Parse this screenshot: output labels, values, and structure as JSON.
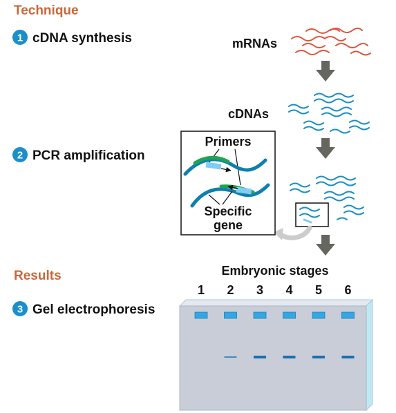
{
  "headings": {
    "technique": "Technique",
    "results": "Results"
  },
  "steps": [
    {
      "number": "1",
      "label": "cDNA synthesis"
    },
    {
      "number": "2",
      "label": "PCR amplification"
    },
    {
      "number": "3",
      "label": "Gel electrophoresis"
    }
  ],
  "labels": {
    "mrnas": "mRNAs",
    "cdnas": "cDNAs",
    "primers": "Primers",
    "specific_gene_line1": "Specific",
    "specific_gene_line2": "gene",
    "embryonic_stages": "Embryonic stages"
  },
  "lanes": [
    "1",
    "2",
    "3",
    "4",
    "5",
    "6"
  ],
  "band_intensity": [
    0,
    0.5,
    1,
    1,
    1,
    1
  ],
  "colors": {
    "heading": "#c8683a",
    "step_circle": "#1b8fc9",
    "mrna": "#e0533a",
    "cdna": "#1a8fc0",
    "arrow": "#666660",
    "gel": "#c9cdd8",
    "well": "#35a6e0",
    "band": "#1a6fb0",
    "primer": "#7fcdf0",
    "strand_green": "#21a44f",
    "strand_blue": "#0f7fae"
  }
}
